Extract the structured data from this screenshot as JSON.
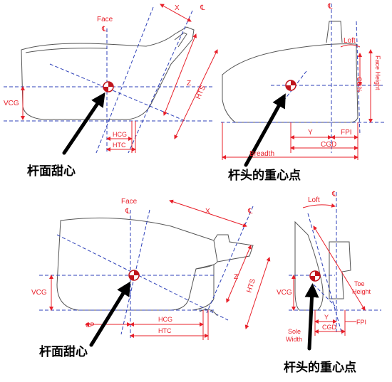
{
  "wood_front": {
    "face": "Face",
    "cl1": "℄",
    "cl2": "℄",
    "x": "X",
    "z": "Z",
    "hts": "HTS",
    "vcg": "VCG",
    "hcg": "HCG",
    "htc": "HTC",
    "caption": "杆面甜心"
  },
  "wood_side": {
    "cl": "℄",
    "loft": "Loft",
    "cgpct": "CG%",
    "face_height": "Face Height",
    "y": "Y",
    "fpi": "FPI",
    "cgd": "CGD",
    "breadth": "Breadth",
    "caption": "杆头的重心点"
  },
  "iron_front": {
    "face": "Face",
    "cl1": "℄",
    "cl2": "℄",
    "x": "X",
    "z": "Z",
    "hts": "HTS",
    "vcg": "VCG",
    "cp": "CP",
    "hcg": "HCG",
    "htc": "HTC",
    "caption": "杆面甜心"
  },
  "iron_side": {
    "loft": "Loft",
    "cl": "℄",
    "toe_height": "Toe Height",
    "vcg": "VCG",
    "y": "Y",
    "fpi": "FPI",
    "sole_width": "Sole Width",
    "cgd": "CGD",
    "caption": "杆头的重心点"
  }
}
